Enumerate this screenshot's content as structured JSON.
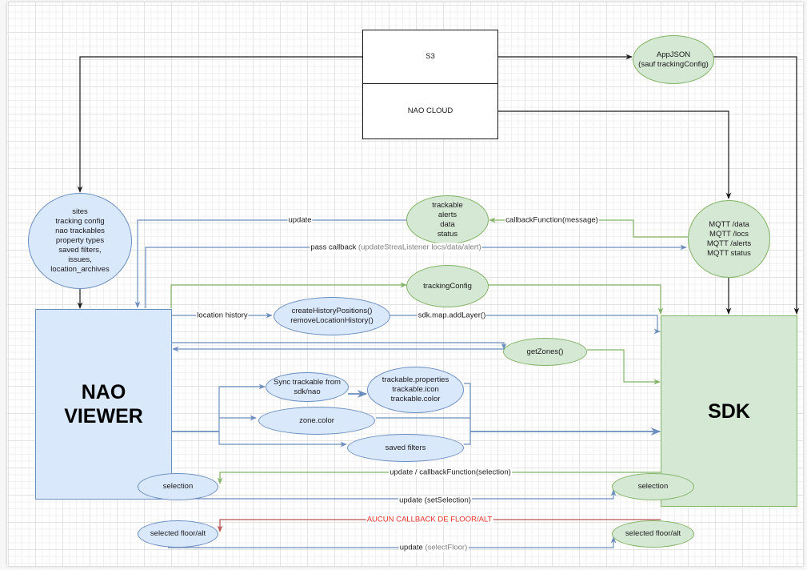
{
  "colors": {
    "blue_fill": "#dae8fc",
    "blue_stroke": "#6c8ebf",
    "green_fill": "#d5e8d4",
    "green_stroke": "#82b366",
    "black_stroke": "#1a1a1a",
    "red_stroke": "#b85450",
    "red_text": "#e8302a"
  },
  "nodes": {
    "s3": "S3",
    "nao_cloud": "NAO CLOUD",
    "app_json": "AppJSON\n(sauf trackingConfig)",
    "nao_data": "sites\ntracking config\nnao trackables\nproperty types\nsaved filters,\nissues,\nlocation_archives",
    "trackable_stream": "trackable\nalerts\ndata\nstatus",
    "mqtt": "MQTT /data\nMQTT /locs\nMQTT /alerts\nMQTT status",
    "tracking_config": "trackingConfig",
    "history": "createHistoryPositions()\nremoveLocationHistory()",
    "get_zones": "getZones()",
    "nao_viewer": "NAO\nVIEWER",
    "sdk": "SDK",
    "sync_trackable": "Sync trackable from\nsdk/nao",
    "trackable_props": "trackable.properties\ntrackable.icon\ntrackable.color",
    "zone_color": "zone.color",
    "saved_filters": "saved filters",
    "viewer_selection": "selection",
    "sdk_selection": "selection",
    "viewer_floor": "selected floor/alt",
    "sdk_floor": "selected floor/alt"
  },
  "edge_labels": {
    "update": "update",
    "callback_message": "callbackFunction(message)",
    "pass_callback": "pass callback ",
    "pass_callback_detail": "(updateStreaListener locs/data/alert)",
    "location_history": "location history",
    "add_layer": "sdk.map.addLayer()",
    "selection_callback": "update  / callbackFunction(selection)",
    "set_selection": "update (setSelection)",
    "no_floor_callback": "AUCUN CALLBACK DE FLOOR/ALT",
    "select_floor": "update ",
    "select_floor_detail": "(selectFloor)"
  }
}
